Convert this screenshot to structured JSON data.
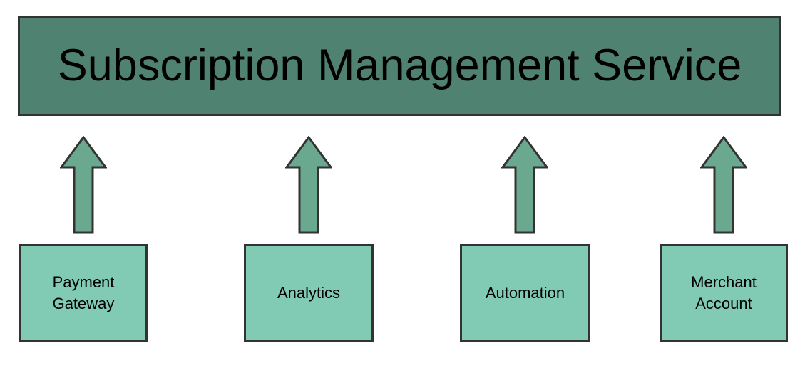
{
  "diagram": {
    "title": "Subscription Management Service",
    "nodes": [
      {
        "label": "Payment\nGateway"
      },
      {
        "label": "Analytics"
      },
      {
        "label": "Automation"
      },
      {
        "label": "Merchant\nAccount"
      }
    ],
    "connectors": {
      "count": 4,
      "direction": "up",
      "style": "block-arrow",
      "description": "each lower node points up to the header box"
    },
    "colors": {
      "background": "#ffffff",
      "header_fill": "#508272",
      "node_fill": "#81cab3",
      "arrow_fill": "#6ba890",
      "border": "#333333",
      "text": "#000000"
    }
  }
}
